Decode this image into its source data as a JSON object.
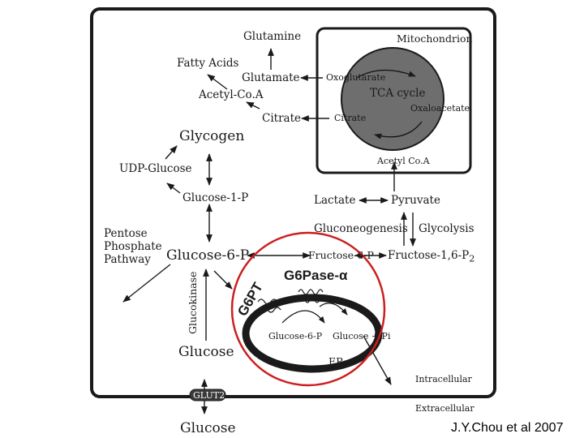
{
  "labels": {
    "glutamine": "Glutamine",
    "fatty_acids": "Fatty Acids",
    "glutamate": "Glutamate",
    "acetyl_coa": "Acetyl-Co.A",
    "citrate": "Citrate",
    "glycogen": "Glycogen",
    "udp_glucose": "UDP-Glucose",
    "glucose_1_p": "Glucose-1-P",
    "pentose_pathway": [
      "Pentose",
      "Phosphate",
      "Pathway"
    ],
    "glucose_6_p": "Glucose-6-P",
    "glucokinase": "Glucokinase",
    "glucose_cell": "Glucose",
    "glut2": "GLUT2",
    "glucose_blood": "Glucose",
    "mitochondrion": "Mitochondrion",
    "oxoglutarate": "Oxoglutarate",
    "tca_cycle": "TCA cycle",
    "oxaloacetate": "Oxaloacetate",
    "mito_citrate": "Citrate",
    "mito_acetyl_coa": "Acetyl Co.A",
    "lactate": "Lactate",
    "pyruvate": "Pyruvate",
    "gluconeogenesis": "Gluconeogenesis",
    "glycolysis": "Glycolysis",
    "fructose_6_p": "Fructose-6-P",
    "fructose_16_p2": "Fructose-1,6-P",
    "fructose_16_p2_sub": "2",
    "g6pase": "G6Pase-α",
    "g6pt": "G6PT",
    "er_glucose_6_p": "Glucose-6-P",
    "er_glucose_pi": "Glucose + Pi",
    "er": "ER",
    "intracellular": "Intracellular",
    "extracellular": "Extracellular",
    "citation": "J.Y.Chou et al 2007"
  },
  "colors": {
    "line": "#1a1a1a",
    "tca_fill": "#6e6e6e",
    "highlight_circle": "#cc1f1f",
    "background": "#ffffff"
  }
}
